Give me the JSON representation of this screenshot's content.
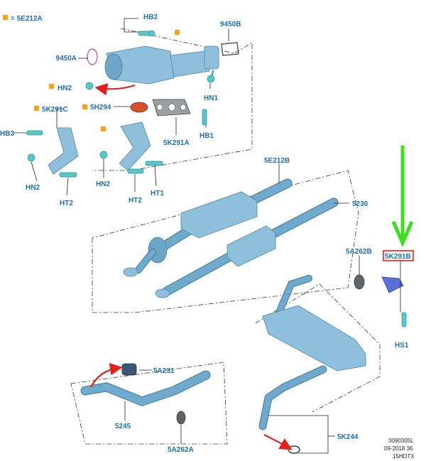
{
  "legend": {
    "marker_color": "#f5a21b",
    "text": "= 5E212A"
  },
  "labels": {
    "hb2": "HB2",
    "p9450b": "9450B",
    "p9450a": "9450A",
    "hn2_top": "HN2",
    "hn1": "HN1",
    "p5k291c": "5K291C",
    "p5h294": "5H294",
    "p5k291a": "5K291A",
    "hb3": "HB3",
    "hb1": "HB1",
    "hn2_left": "HN2",
    "ht2_left": "HT2",
    "hn2_mid": "HN2",
    "ht2_mid": "HT2",
    "ht1": "HT1",
    "p5e212b": "5E212B",
    "p5230": "5230",
    "p5a262b_top": "5A262B",
    "p5k291b": "5K291B",
    "hs1": "HS1",
    "p5a231": "5A231",
    "p5245": "5245",
    "p5a262a": "5A262A",
    "p5k244": "5K244"
  },
  "highlight": {
    "label_key": "p5k291b",
    "box_color": "#e0211b",
    "arrow_color": "#3fdc22"
  },
  "callout_arrow_color": "#e0211b",
  "reference": {
    "line1": "3090305L",
    "line2": "09-2018 36",
    "line3": "15HDTX"
  }
}
